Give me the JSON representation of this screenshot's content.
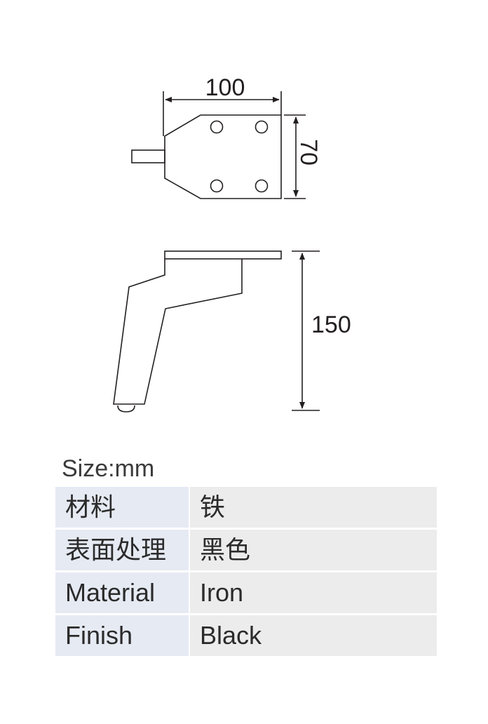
{
  "dimensions": {
    "width": "100",
    "depth": "70",
    "height": "150"
  },
  "size_label": "Size:mm",
  "specs": [
    {
      "label": "材料",
      "value": "铁"
    },
    {
      "label": "表面处理",
      "value": "黑色"
    },
    {
      "label": "Material",
      "value": "Iron"
    },
    {
      "label": "Finish",
      "value": "Black"
    }
  ]
}
